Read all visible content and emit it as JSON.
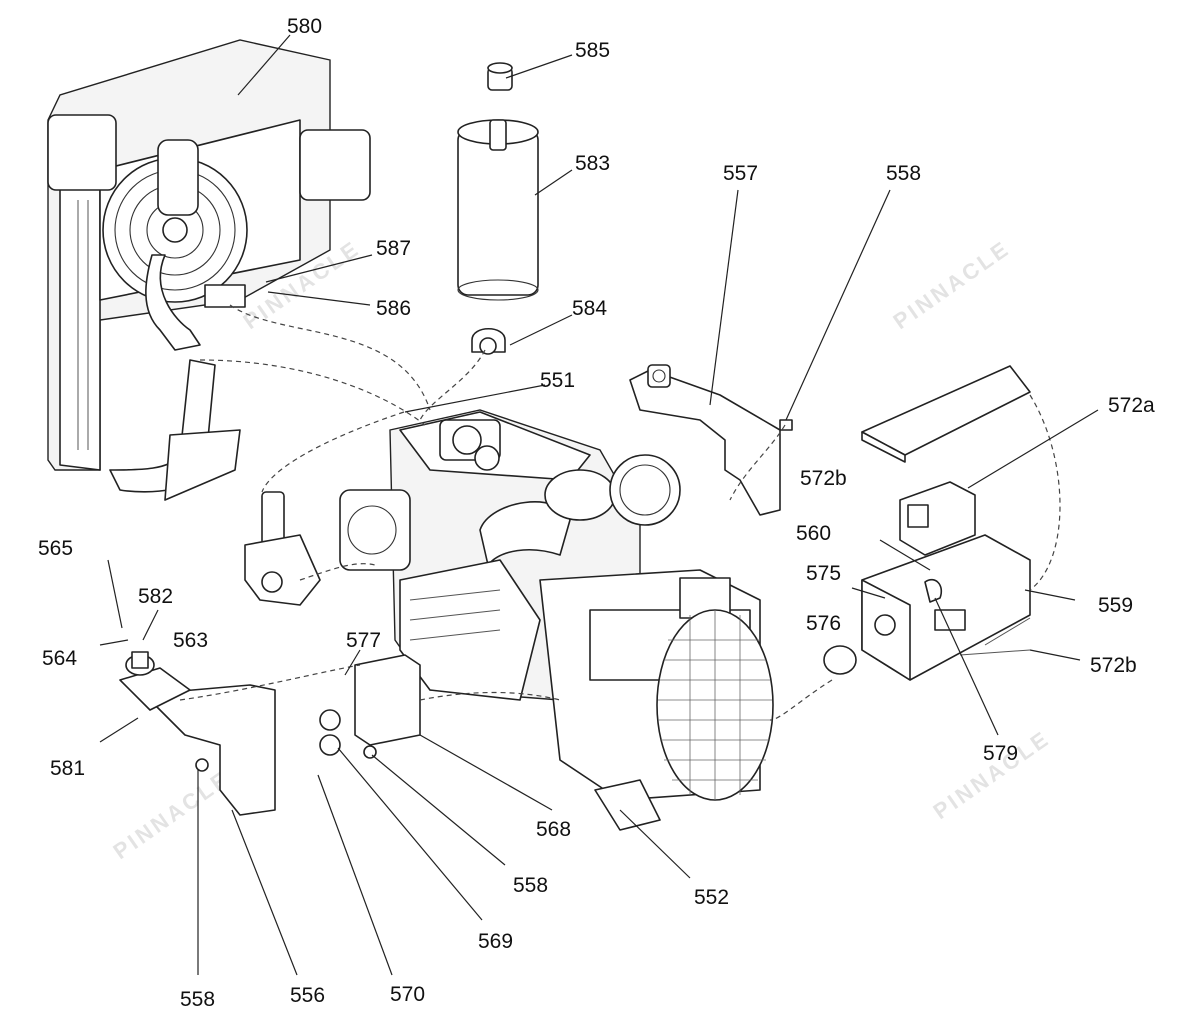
{
  "watermark": "PINNACLE",
  "callouts": [
    {
      "id": "c580",
      "text": "580"
    },
    {
      "id": "c585",
      "text": "585"
    },
    {
      "id": "c583",
      "text": "583"
    },
    {
      "id": "c557",
      "text": "557"
    },
    {
      "id": "c558a",
      "text": "558"
    },
    {
      "id": "c587",
      "text": "587"
    },
    {
      "id": "c586",
      "text": "586"
    },
    {
      "id": "c584",
      "text": "584"
    },
    {
      "id": "c551",
      "text": "551"
    },
    {
      "id": "c572a",
      "text": "572a"
    },
    {
      "id": "c572b1",
      "text": "572b"
    },
    {
      "id": "c560",
      "text": "560"
    },
    {
      "id": "c575",
      "text": "575"
    },
    {
      "id": "c559",
      "text": "559"
    },
    {
      "id": "c576",
      "text": "576"
    },
    {
      "id": "c572b2",
      "text": "572b"
    },
    {
      "id": "c579",
      "text": "579"
    },
    {
      "id": "c565",
      "text": "565"
    },
    {
      "id": "c582",
      "text": "582"
    },
    {
      "id": "c563",
      "text": "563"
    },
    {
      "id": "c564",
      "text": "564"
    },
    {
      "id": "c577",
      "text": "577"
    },
    {
      "id": "c581",
      "text": "581"
    },
    {
      "id": "c568",
      "text": "568"
    },
    {
      "id": "c558b",
      "text": "558"
    },
    {
      "id": "c552",
      "text": "552"
    },
    {
      "id": "c569",
      "text": "569"
    },
    {
      "id": "c558c",
      "text": "558"
    },
    {
      "id": "c556",
      "text": "556"
    },
    {
      "id": "c570",
      "text": "570"
    }
  ]
}
